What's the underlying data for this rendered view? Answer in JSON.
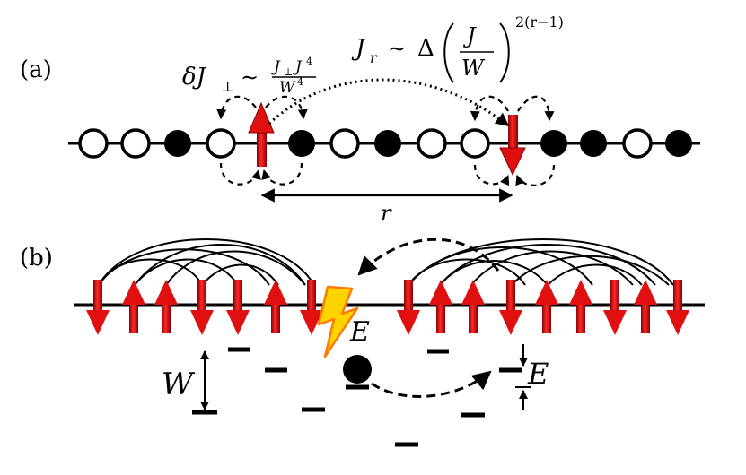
{
  "panel_a": {
    "label": "(a)",
    "coupling_label": {
      "delta": "δJ",
      "perp_sub": "⊥",
      "sim": "∼",
      "frac_num_a": "J",
      "frac_num_sub": "⊥",
      "frac_num_b": "J",
      "frac_num_exp": "4",
      "frac_den": "W",
      "frac_den_exp": "4"
    },
    "long_range_label": {
      "jr": "J",
      "jr_sub": "r",
      "sim": "∼",
      "delta": "Δ",
      "frac_num": "J",
      "frac_den": "W",
      "exponent": "2(r−1)"
    },
    "distance_label": "r",
    "sites": [
      "empty",
      "empty",
      "filled",
      "empty",
      "spin-up",
      "filled",
      "empty",
      "filled",
      "empty",
      "empty",
      "spin-down",
      "filled",
      "filled",
      "empty",
      "filled"
    ]
  },
  "panel_b": {
    "label": "(b)",
    "energy_label": "E",
    "energy_gap_label": "E",
    "disorder_label": "W"
  },
  "colors": {
    "spin_red": "#e01010",
    "spin_dark": "#8a0000",
    "bolt_yellow": "#ffd400",
    "bolt_orange": "#ff7a00",
    "ink": "#000000"
  }
}
